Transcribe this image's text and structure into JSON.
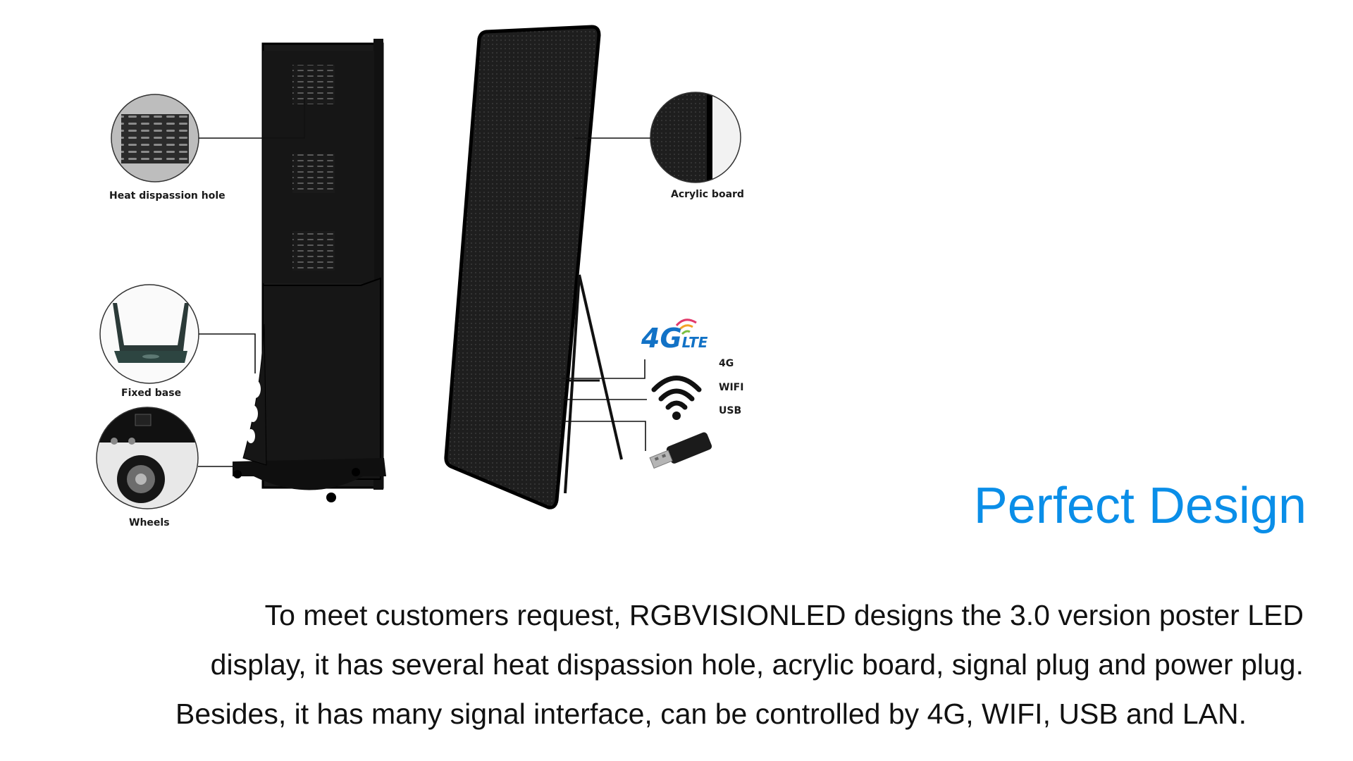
{
  "callouts": {
    "heat": "Heat dispassion hole",
    "base": "Fixed base",
    "wheels": "Wheels",
    "acrylic": "Acrylic board"
  },
  "interfaces": {
    "logo_4g": "4G",
    "logo_lte": "LTE",
    "label_4g": "4G",
    "label_wifi": "WIFI",
    "label_usb": "USB"
  },
  "heading": "Perfect Design",
  "description": {
    "line1": "To meet customers request, RGBVISIONLED designs the 3.0 version poster LED",
    "line2": "display, it has several heat dispassion hole, acrylic board, signal plug and power plug.",
    "line3": "Besides, it has many signal interface, can be controlled by 4G, WIFI, USB and LAN."
  },
  "colors": {
    "accent": "#0a8ee8",
    "panel": "#1c1c1c",
    "text": "#111111"
  }
}
